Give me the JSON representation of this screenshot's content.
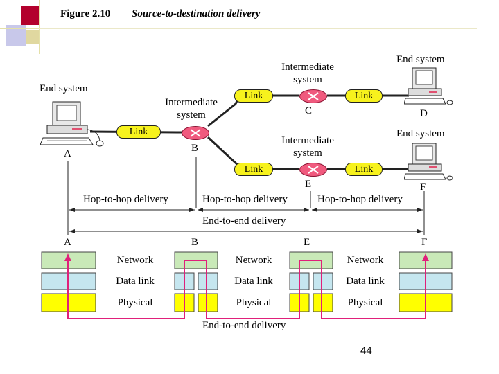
{
  "figure": {
    "number": "Figure 2.10",
    "caption": "Source-to-destination delivery"
  },
  "top_diagram": {
    "end_system_a_label": "End system",
    "node_a": "A",
    "router_b_label_line1": "Intermediate",
    "router_b_label_line2": "system",
    "node_b": "B",
    "router_c_label_line1": "Intermediate",
    "router_c_label_line2": "system",
    "node_c": "C",
    "end_system_d_label": "End system",
    "node_d": "D",
    "router_e_label_line1": "Intermediate",
    "router_e_label_line2": "system",
    "node_e": "E",
    "end_system_f_label": "End system",
    "node_f": "F",
    "link_label": "Link"
  },
  "delivery": {
    "hop1": "Hop-to-hop delivery",
    "hop2": "Hop-to-hop delivery",
    "hop3": "Hop-to-hop delivery",
    "end_to_end": "End-to-end delivery"
  },
  "stacks": {
    "nodes": [
      "A",
      "B",
      "E",
      "F"
    ],
    "layers": [
      "Network",
      "Data link",
      "Physical"
    ],
    "bottom_label": "End-to-end delivery",
    "colors": {
      "network": "#c9e9b8",
      "datalink": "#c5e6ef",
      "physical": "#ffff00",
      "path": "#e0207a"
    }
  },
  "page_number": "44"
}
